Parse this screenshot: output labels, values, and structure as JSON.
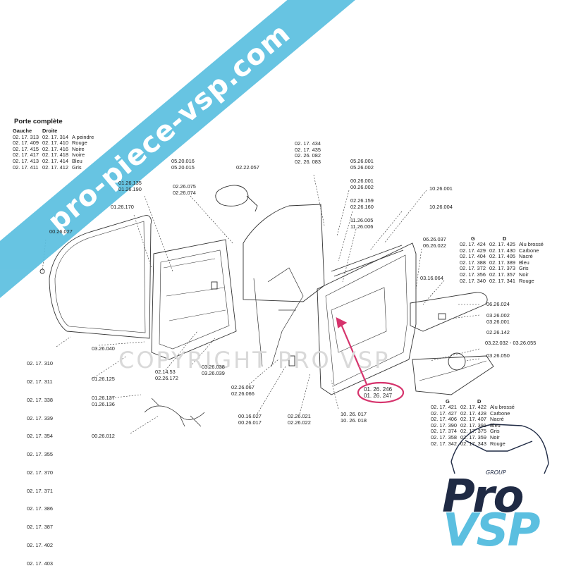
{
  "title": "Porte complète",
  "left_table": {
    "headers": [
      "Gauche",
      "Droite",
      ""
    ],
    "rows": [
      [
        "02. 17. 313",
        "02. 17. 314",
        "A peindre"
      ],
      [
        "02. 17. 409",
        "02. 17. 410",
        "Rouge"
      ],
      [
        "02. 17. 415",
        "02. 17. 416",
        "Noire"
      ],
      [
        "02. 17. 417",
        "02. 17. 418",
        "Ivoire"
      ],
      [
        "02. 17. 413",
        "02. 17. 414",
        "Bleu"
      ],
      [
        "02. 17. 411",
        "02. 17. 412",
        "Gris"
      ]
    ]
  },
  "side_list": [
    "02. 17. 310",
    "02. 17. 311",
    "02. 17. 338",
    "02. 17. 339",
    "02. 17. 354",
    "02. 17. 355",
    "02. 17. 370",
    "02. 17. 371",
    "02. 17. 386",
    "02. 17. 387",
    "02. 17. 402",
    "02. 17. 403"
  ],
  "upper_right_table": {
    "headers": [
      "G",
      "D",
      ""
    ],
    "rows": [
      [
        "02. 17. 424",
        "02. 17. 425",
        "Alu brossé"
      ],
      [
        "02. 17. 429",
        "02. 17. 430",
        "Carbone"
      ],
      [
        "02. 17. 404",
        "02. 17. 405",
        "Nacré"
      ],
      [
        "02. 17. 388",
        "02. 17. 389",
        "Bleu"
      ],
      [
        "02. 17. 372",
        "02. 17. 373",
        "Gris"
      ],
      [
        "02. 17. 356",
        "02. 17. 357",
        "Noir"
      ],
      [
        "02. 17. 340",
        "02. 17. 341",
        "Rouge"
      ]
    ]
  },
  "lower_right_table": {
    "headers": [
      "G",
      "D",
      ""
    ],
    "rows": [
      [
        "02. 17. 421",
        "02. 17. 422",
        "Alu brossé"
      ],
      [
        "02. 17. 427",
        "02. 17. 428",
        "Carbone"
      ],
      [
        "02. 17. 406",
        "02. 17. 407",
        "Nacré"
      ],
      [
        "02. 17. 390",
        "02. 17. 391",
        "Bleu"
      ],
      [
        "02. 17. 374",
        "02. 17. 375",
        "Gris"
      ],
      [
        "02. 17. 358",
        "02. 17. 359",
        "Noir"
      ],
      [
        "02. 17. 342",
        "02. 17. 343",
        "Rouge"
      ]
    ]
  },
  "callouts": {
    "c01": [
      "02. 17. 434",
      "02. 17. 435",
      "02. 26. 082",
      "02. 26. 083"
    ],
    "c02": [
      "05.20.016",
      "05.20.015"
    ],
    "c03": [
      "02.22.057"
    ],
    "c04": [
      "05.26.001",
      "05.26.002"
    ],
    "c05": [
      "01.26.135",
      "01.26.190"
    ],
    "c06": [
      "02.26.075",
      "02.26.074"
    ],
    "c07": [
      "00.26.001",
      "00.26.002"
    ],
    "c08": [
      "10.26.001"
    ],
    "c09": [
      "01.26.170"
    ],
    "c10": [
      "02.26.159",
      "02.26.160"
    ],
    "c11": [
      "10.26.004"
    ],
    "c12": [
      "11.26.005",
      "11.26.006"
    ],
    "c13": [
      "00.26.027"
    ],
    "c14": [
      "06.26.037",
      "06.26.022"
    ],
    "c15": [
      "03.16.064"
    ],
    "c16": [
      "06.26.024"
    ],
    "c17": [
      "03.26.002",
      "03.26.001"
    ],
    "c18": [
      "02.26.142"
    ],
    "c19": [
      "03.22.032 - 03.26.055"
    ],
    "c20": [
      "03.26.040"
    ],
    "c21": [
      "03.26.050"
    ],
    "c22": [
      "01.26.125"
    ],
    "c23": [
      "02.14.53",
      "02.26.172"
    ],
    "c24": [
      "03.26.038",
      "03.26.039"
    ],
    "c25": [
      "01. 26. 246",
      "01. 26. 247"
    ],
    "c26": [
      "01.26.137",
      "01.26.136"
    ],
    "c27": [
      "02.26.067",
      "02.26.066"
    ],
    "c28": [
      "10. 26. 017",
      "10. 26. 018"
    ],
    "c29": [
      "00.16.027",
      "00.26.017"
    ],
    "c30": [
      "02.26.021",
      "02.26.022"
    ],
    "c31": [
      "00.26.012"
    ]
  },
  "watermark": "pro-piece-vsp.com",
  "copyright_text": "COPYRIGHT PRO VSP",
  "logo": {
    "group": "GROUP",
    "pro": "Pro",
    "vsp": "VSP"
  },
  "colors": {
    "band": "#5bbfe0",
    "logo_dark": "#1f2a44",
    "logo_light": "#5bbfe0",
    "highlight": "#d6336c"
  }
}
